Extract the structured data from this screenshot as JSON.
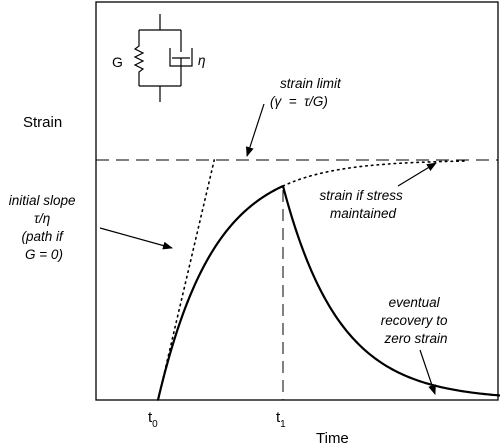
{
  "chart_data": {
    "type": "line",
    "title": "",
    "xlabel": "Time",
    "ylabel": "Strain",
    "x_ticks": [
      {
        "name": "t0",
        "main": "t",
        "sub": "0",
        "x": 0
      },
      {
        "name": "t1",
        "main": "t",
        "sub": "1",
        "x": 1
      }
    ],
    "xlim": [
      -0.56,
      2.96
    ],
    "ylim": [
      0,
      1.55
    ],
    "strain_limit": 1.0,
    "series": [],
    "curves": {
      "creep": {
        "x_start": 0,
        "x_end": 1,
        "tau": 0.45
      },
      "recovery": {
        "x_start": 1,
        "x_end": 2.96,
        "tau": 0.45
      },
      "strain_if_maintained": {
        "x_start": 1,
        "x_end": 2.45,
        "tau": 0.45
      },
      "initial_slope": {
        "x_start": 0,
        "x_end": 0.45
      }
    },
    "model_symbols": {
      "spring": "G",
      "dashpot": "η"
    },
    "annotations": {
      "strain_limit_line1": "strain limit",
      "strain_limit_line2": "(γ  =  τ/G)",
      "initial_slope_line1": "initial slope",
      "initial_slope_line2": "τ/η",
      "initial_slope_line3": "(path if",
      "initial_slope_line4": "G = 0)",
      "maintained_line1": "strain if stress",
      "maintained_line2": "maintained",
      "recovery_line1": "eventual",
      "recovery_line2": "recovery to",
      "recovery_line3": "zero strain"
    }
  }
}
